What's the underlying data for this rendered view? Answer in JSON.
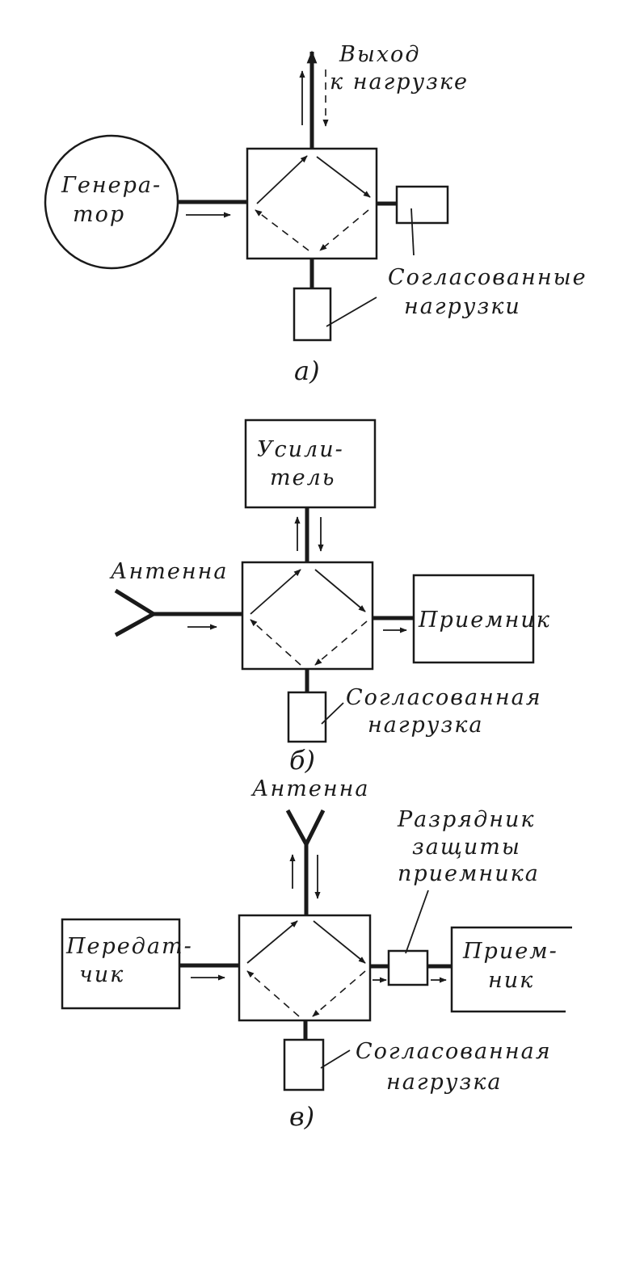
{
  "diagram_a": {
    "generator": [
      "Генера-",
      "тор"
    ],
    "output": [
      "Выход",
      "к нагрузке"
    ],
    "matched_loads": [
      "Согласованные",
      "нагрузки"
    ],
    "caption": "а)"
  },
  "diagram_b": {
    "amplifier": [
      "Усили-",
      "тель"
    ],
    "antenna": "Антенна",
    "receiver": "Приемник",
    "matched_load": [
      "Согласованная",
      "нагрузка"
    ],
    "caption": "б)"
  },
  "diagram_c": {
    "antenna": "Антенна",
    "protection": [
      "Разрядник",
      "защиты",
      "приемника"
    ],
    "transmitter": [
      "Передат-",
      "чик"
    ],
    "receiver": [
      "Прием-",
      "ник"
    ],
    "matched_load": [
      "Согласованная",
      "нагрузка"
    ],
    "caption": "в)"
  }
}
